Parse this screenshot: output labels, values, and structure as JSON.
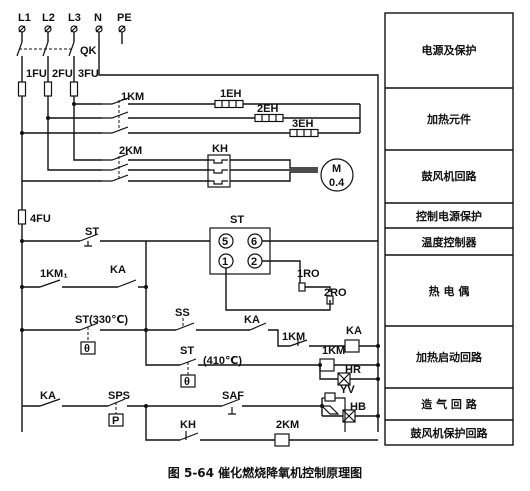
{
  "terminals": [
    "L1",
    "L2",
    "L3",
    "N",
    "PE"
  ],
  "components": {
    "qk": "QK",
    "fu1": "1FU",
    "fu2": "2FU",
    "fu3": "3FU",
    "km1_main": "1KM",
    "eh1": "1EH",
    "eh2": "2EH",
    "eh3": "3EH",
    "km2_main": "2KM",
    "kh_main": "KH",
    "motor_m": "M",
    "motor_rating": "0.4",
    "fu4": "4FU",
    "st_main": "ST",
    "st_unit": "ST",
    "st_t5": "5",
    "st_t6": "6",
    "st_t1": "1",
    "st_t2": "2",
    "ro1": "1RO",
    "ro2": "2RO",
    "km1_aux": "1KM₁",
    "ka_aux1": "KA",
    "st330": "ST(330℃)",
    "theta1": "θ",
    "ss": "SS",
    "ka_aux2": "KA",
    "km1_coil": "1KM",
    "ka_coil": "KA",
    "st410_name": "ST",
    "st410_temp": "(410℃)",
    "theta2": "θ",
    "km1_aux2": "1KM",
    "hr": "HR",
    "ka_aux3": "KA",
    "sps": "SPS",
    "sps_box": "P",
    "saf": "SAF",
    "yv": "YV",
    "hb": "HB",
    "kh_aux": "KH",
    "km2_coil": "2KM"
  },
  "sections": [
    "电源及保护",
    "加热元件",
    "鼓风机回路",
    "控制电源保护",
    "温度控制器",
    "热  电  偶",
    "加热启动回路",
    "造  气  回  路",
    "鼓风机保护回路"
  ],
  "caption": "图 5-64   催化燃烧降氧机控制原理图"
}
